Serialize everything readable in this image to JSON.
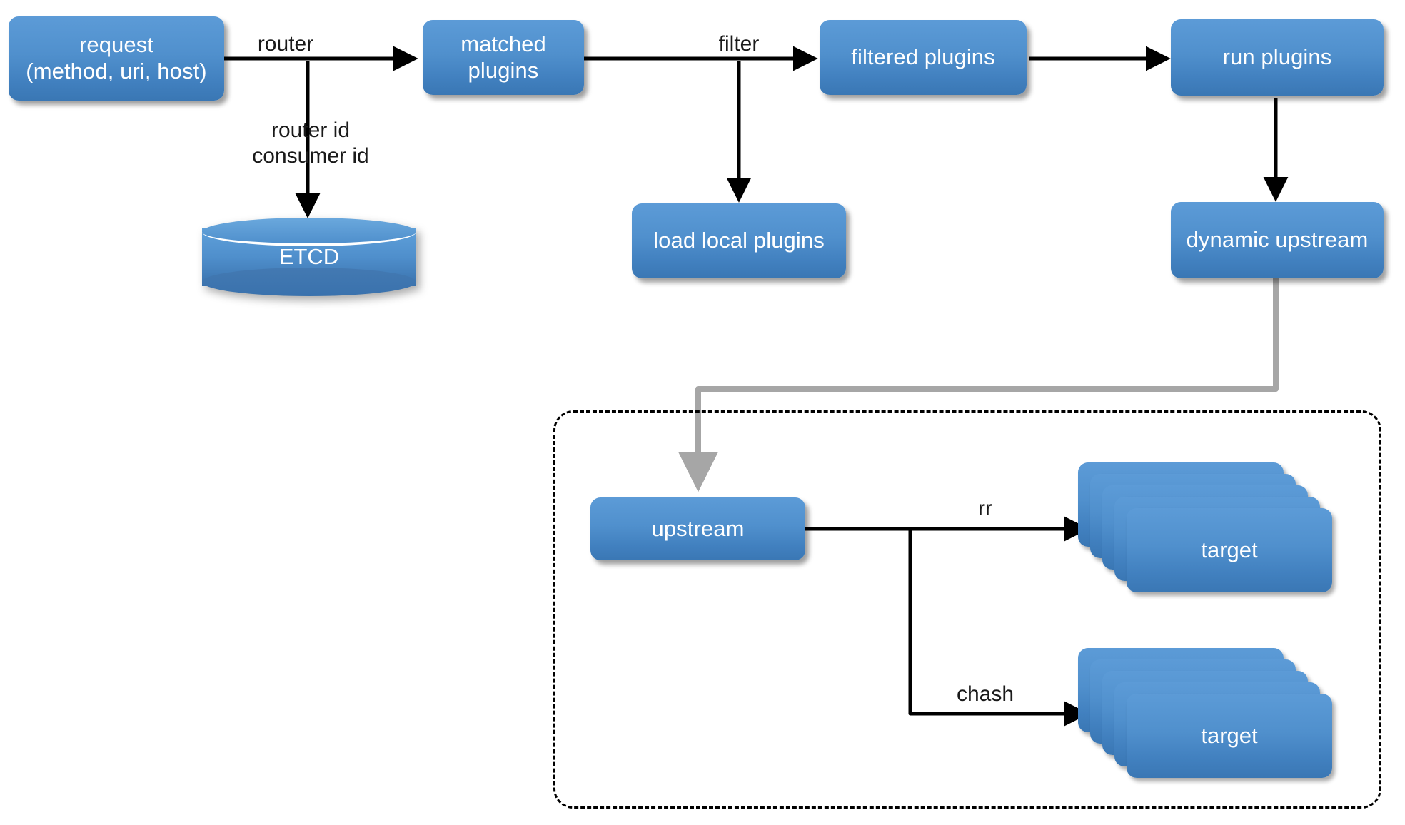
{
  "diagram": {
    "title": "APISIX request processing flow",
    "background": "#ffffff",
    "node_fill_top": "#5c9bd7",
    "node_fill_bottom": "#3a77b4",
    "node_text_color": "#ffffff",
    "edge_color": "#000000",
    "gray_edge_color": "#a6a6a6"
  },
  "nodes": {
    "request": "request\n(method, uri, host)",
    "etcd": "ETCD",
    "matched_plugins": "matched plugins",
    "load_local_plugins": "load local plugins",
    "filtered_plugins": "filtered plugins",
    "run_plugins": "run plugins",
    "dynamic_upstream": "dynamic upstream",
    "upstream": "upstream",
    "target_rr": "target",
    "target_chash": "target"
  },
  "edge_labels": {
    "router": "router",
    "router_consumer_id": "router id\nconsumer id",
    "filter": "filter",
    "rr": "rr",
    "chash": "chash"
  }
}
